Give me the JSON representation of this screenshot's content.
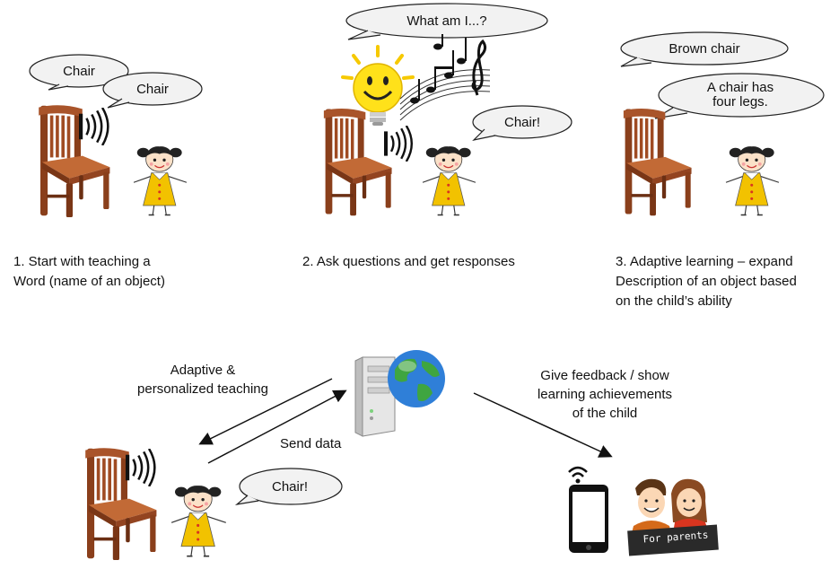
{
  "steps": [
    {
      "caption_lines": [
        "1. Start with teaching a",
        "Word (name of an object)"
      ],
      "bubbles": [
        "Chair",
        "Chair"
      ]
    },
    {
      "caption_lines": [
        "2. Ask questions and get responses"
      ],
      "bubbles": [
        "What am I...?",
        "Chair!"
      ]
    },
    {
      "caption_lines": [
        "3. Adaptive learning – expand",
        "Description of an object based",
        "on the child’s ability"
      ],
      "bubbles": [
        "Brown chair",
        "A chair has",
        "four legs."
      ]
    }
  ],
  "flow": {
    "adaptive_lines": [
      "Adaptive &",
      "personalized teaching"
    ],
    "send_data": "Send data",
    "feedback_lines": [
      "Give feedback / show",
      "learning achievements",
      "of the child"
    ],
    "child_bubble": "Chair!",
    "parents_sign": "For parents"
  },
  "colors": {
    "chair_wood": "#9a4a22",
    "chair_dark": "#5e2a12",
    "dress": "#f2c200",
    "bubble_fill": "#f2f2f2",
    "bubble_stroke": "#222222",
    "smiley": "#ffe11a",
    "globe_blue": "#2f7fd8",
    "globe_green": "#3fa540"
  },
  "icons": [
    "chair-icon",
    "child-icon",
    "speaker-waves-icon",
    "lightbulb-smiley-icon",
    "music-notes-icon",
    "server-icon",
    "globe-icon",
    "smartphone-icon",
    "wifi-icon",
    "parents-icon"
  ]
}
